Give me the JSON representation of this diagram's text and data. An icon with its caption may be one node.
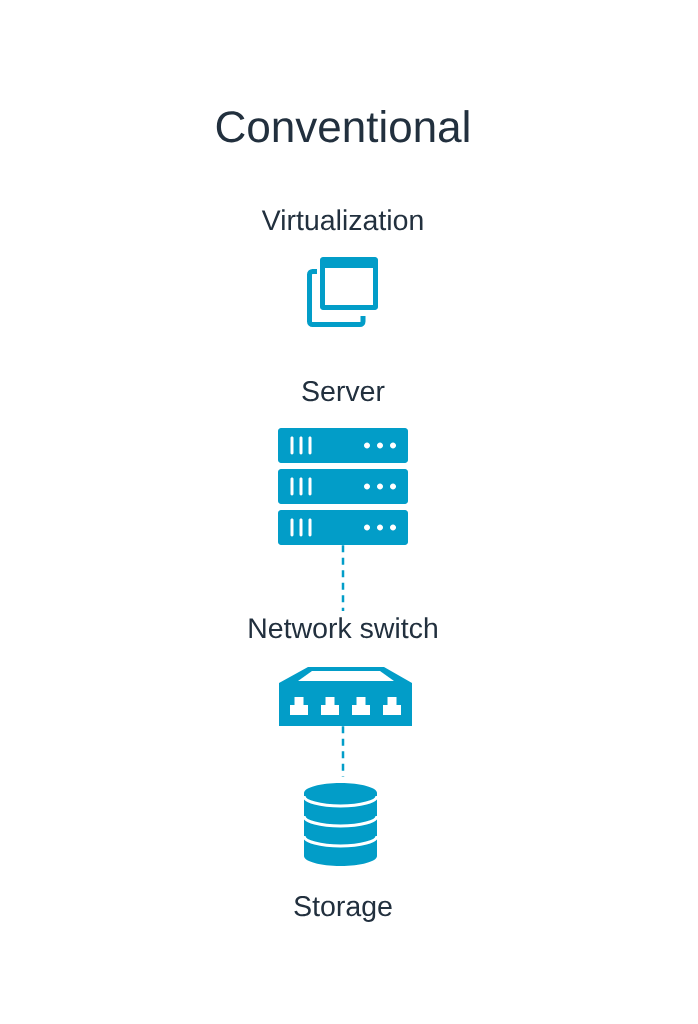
{
  "diagram": {
    "title": "Conventional",
    "nodes": [
      {
        "text": [
          "Virtualization"
        ]
      },
      {
        "text": [
          "Server"
        ]
      },
      {
        "text": [
          "Network switch"
        ]
      },
      {
        "text": [
          "Storage"
        ]
      }
    ],
    "edges": [
      {
        "from": 1,
        "to": 2,
        "arrow": "none",
        "style": "dashed"
      },
      {
        "from": 2,
        "to": 3,
        "arrow": "none",
        "style": "dashed"
      }
    ]
  }
}
